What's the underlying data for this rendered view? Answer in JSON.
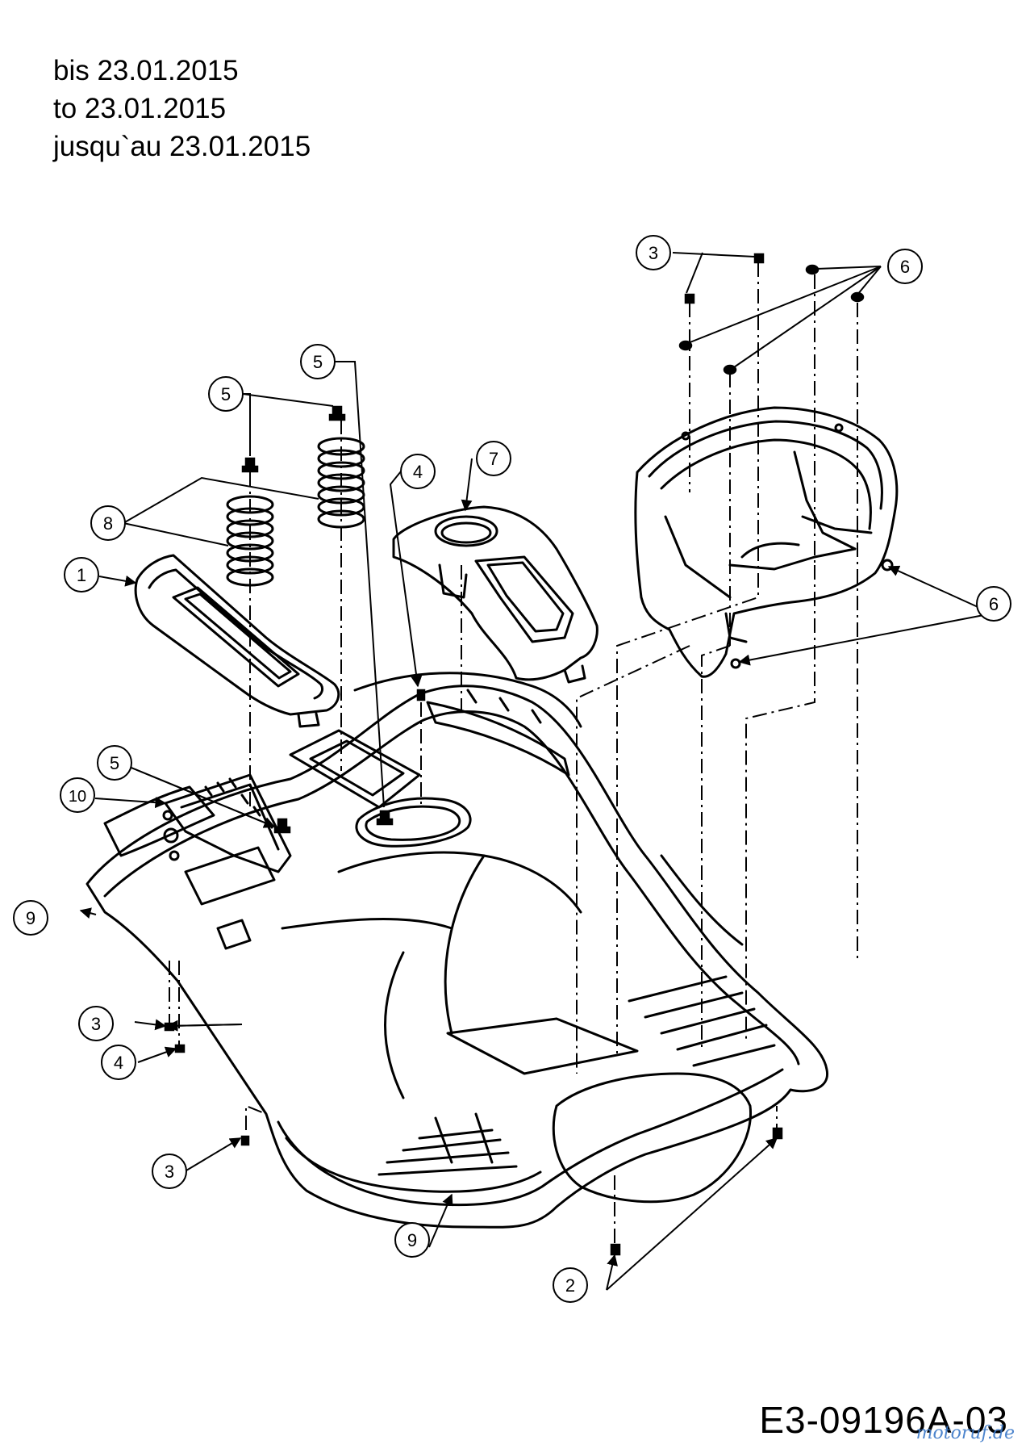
{
  "header": {
    "lines": [
      "bis 23.01.2015",
      "to 23.01.2015",
      "jusqu`au 23.01.2015"
    ]
  },
  "callouts": [
    "1",
    "2",
    "3",
    "4",
    "5",
    "6",
    "7",
    "8",
    "9",
    "10"
  ],
  "footer": {
    "document_number": "E3-09196A-03",
    "watermark": "motoruf.de"
  },
  "colors": {
    "line": "#000000",
    "watermark": "#3a78c8"
  }
}
